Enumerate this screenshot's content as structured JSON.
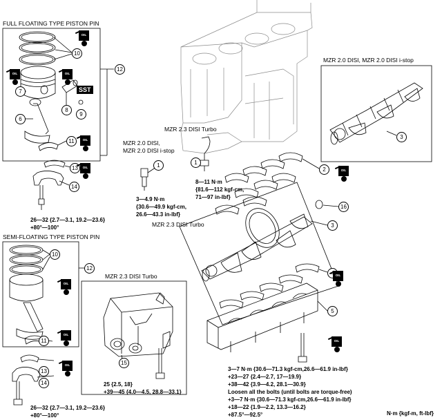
{
  "headings": {
    "full_floating": "FULL FLOATING TYPE PISTON PIN",
    "semi_floating": "SEMI-FLOATING TYPE PISTON PIN",
    "mzr20_stop": "MZR 2.0 DISI, MZR 2.0 DISI i-stop",
    "mzr23_turbo_top": "MZR 2.3 DISI Turbo",
    "mzr20_left_line1": "MZR 2.0 DISI,",
    "mzr20_left_line2": "MZR 2.0 DISI i-stop",
    "mzr23_turbo_crank": "MZR 2.3 DISI Turbo",
    "mzr23_turbo_bottom": "MZR 2.3 DISI Turbo"
  },
  "sst_label": "SST",
  "oil_label": "OIL",
  "callouts": {
    "full_rings": "10",
    "full_piston": "7",
    "full_pin": "8",
    "full_clip": "9",
    "full_rod": "6",
    "full_bearing": "11",
    "full_group": "12",
    "full_cap_bearing": "13",
    "full_cap": "14",
    "semi_rings": "10",
    "semi_group": "12",
    "semi_bearing": "11",
    "semi_cap_bearing": "13",
    "semi_cap": "14",
    "jet_left": "1",
    "jet_top": "1",
    "upper_bearings": "2",
    "crank_top": "3",
    "crank_mid": "3",
    "thrust": "16",
    "lower_bearings": "4",
    "main_caps": "5",
    "oil_pan_turbo": "15"
  },
  "torque": {
    "rod_full_line1": "26—32 {2.7—3.1, 19.2—23.6}",
    "rod_full_line2": "+80°—100°",
    "rod_semi_line1": "26—32 {2.7—3.1, 19.2—23.6}",
    "rod_semi_line2": "+80°—100°",
    "jet_left_line1": "3—4.9 N·m",
    "jet_left_line2": "{30.6—49.9 kgf-cm,",
    "jet_left_line3": "26.6—43.3 in-lbf}",
    "jet_top_line1": "8—11 N·m",
    "jet_top_line2": "{81.6—112 kgf-cm,",
    "jet_top_line3": "71—97 in-lbf}",
    "pan_line1": "25 {2.5, 18}",
    "pan_line2": "+39—45 {4.0—4.5, 28.8—33.1}",
    "main_line1": "3—7 N·m {30.6—71.3 kgf-cm,26.6—61.9 in-lbf}",
    "main_line2": "+23—27 {2.4—2.7, 17—19.9}",
    "main_line3": "+38—42 {3.9—4.2, 28.1—30.9}",
    "main_line4": "Loosen all the bolts (until bolts are torque-free)",
    "main_line5": "+3—7 N·m {30.6—71.3 kgf-cm,26.6—61.9 in-lbf}",
    "main_line6": "+18—22 {1.9—2.2, 13.3—16.2}",
    "main_line7": "+87.5°—92.5°"
  },
  "units": "N·m {kgf-m, ft-lbf}"
}
